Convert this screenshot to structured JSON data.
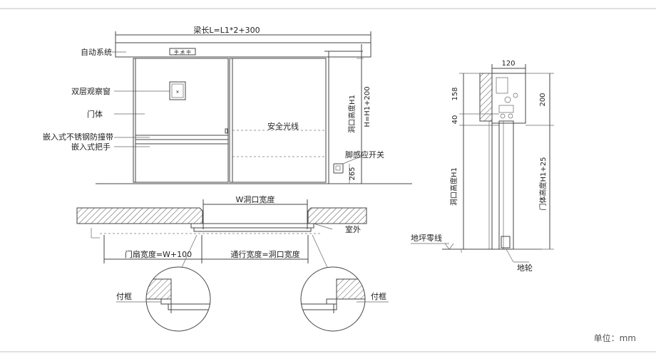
{
  "labels": {
    "beam_length": "梁长L=L1*2+300",
    "auto_system": "自动系统",
    "control_panel": "手 术 中",
    "observation_window": "双层观察窗",
    "door_body": "门体",
    "stainless_strip": "嵌入式不锈钢防撞带",
    "handle": "嵌入式把手",
    "safety_beam": "安全光线",
    "opening_height": "洞口高度H1",
    "h_total": "H=H1+200",
    "foot_switch": "脚感应开关",
    "dim_265": "265",
    "opening_width": "W洞口宽度",
    "outdoor": "室外",
    "leaf_width": "门扇宽度=W+100",
    "passage_width": "通行宽度=洞口宽度",
    "frame_left": "付框",
    "frame_right": "付框",
    "dim_120": "120",
    "dim_158": "158",
    "dim_200": "200",
    "dim_40": "40",
    "side_opening_height": "洞口高度H1",
    "door_height": "门体高度H1+25",
    "floor_level": "地坪零线",
    "floor_wheel": "地轮",
    "unit": "单位：mm"
  }
}
